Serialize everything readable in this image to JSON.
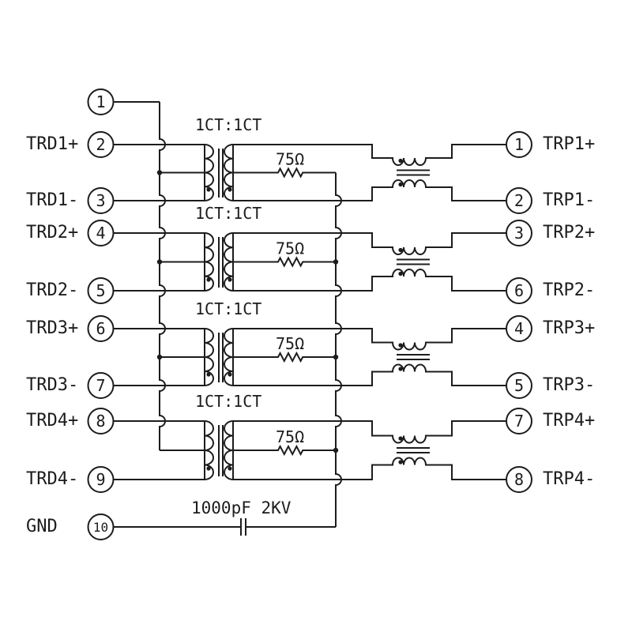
{
  "schematic": {
    "type": "quad-ethernet-transformer-pinout-schematic",
    "colors": {
      "line": "#1c1c1c",
      "background": "#ffffff",
      "text": "#1c1c1c"
    },
    "left_pins": [
      {
        "number": "1",
        "label": ""
      },
      {
        "number": "2",
        "label": "TRD1+"
      },
      {
        "number": "3",
        "label": "TRD1-"
      },
      {
        "number": "4",
        "label": "TRD2+"
      },
      {
        "number": "5",
        "label": "TRD2-"
      },
      {
        "number": "6",
        "label": "TRD3+"
      },
      {
        "number": "7",
        "label": "TRD3-"
      },
      {
        "number": "8",
        "label": "TRD4+"
      },
      {
        "number": "9",
        "label": "TRD4-"
      },
      {
        "number": "10",
        "label": "GND"
      }
    ],
    "right_pins": [
      {
        "number": "1",
        "label": "TRP1+"
      },
      {
        "number": "2",
        "label": "TRP1-"
      },
      {
        "number": "3",
        "label": "TRP2+"
      },
      {
        "number": "6",
        "label": "TRP2-"
      },
      {
        "number": "4",
        "label": "TRP3+"
      },
      {
        "number": "5",
        "label": "TRP3-"
      },
      {
        "number": "7",
        "label": "TRP4+"
      },
      {
        "number": "8",
        "label": "TRP4-"
      }
    ],
    "channels": [
      {
        "transformer_label": "1CT:1CT",
        "resistor_label": "75Ω"
      },
      {
        "transformer_label": "1CT:1CT",
        "resistor_label": "75Ω"
      },
      {
        "transformer_label": "1CT:1CT",
        "resistor_label": "75Ω"
      },
      {
        "transformer_label": "1CT:1CT",
        "resistor_label": "75Ω"
      }
    ],
    "capacitor_label": "1000pF  2KV"
  }
}
